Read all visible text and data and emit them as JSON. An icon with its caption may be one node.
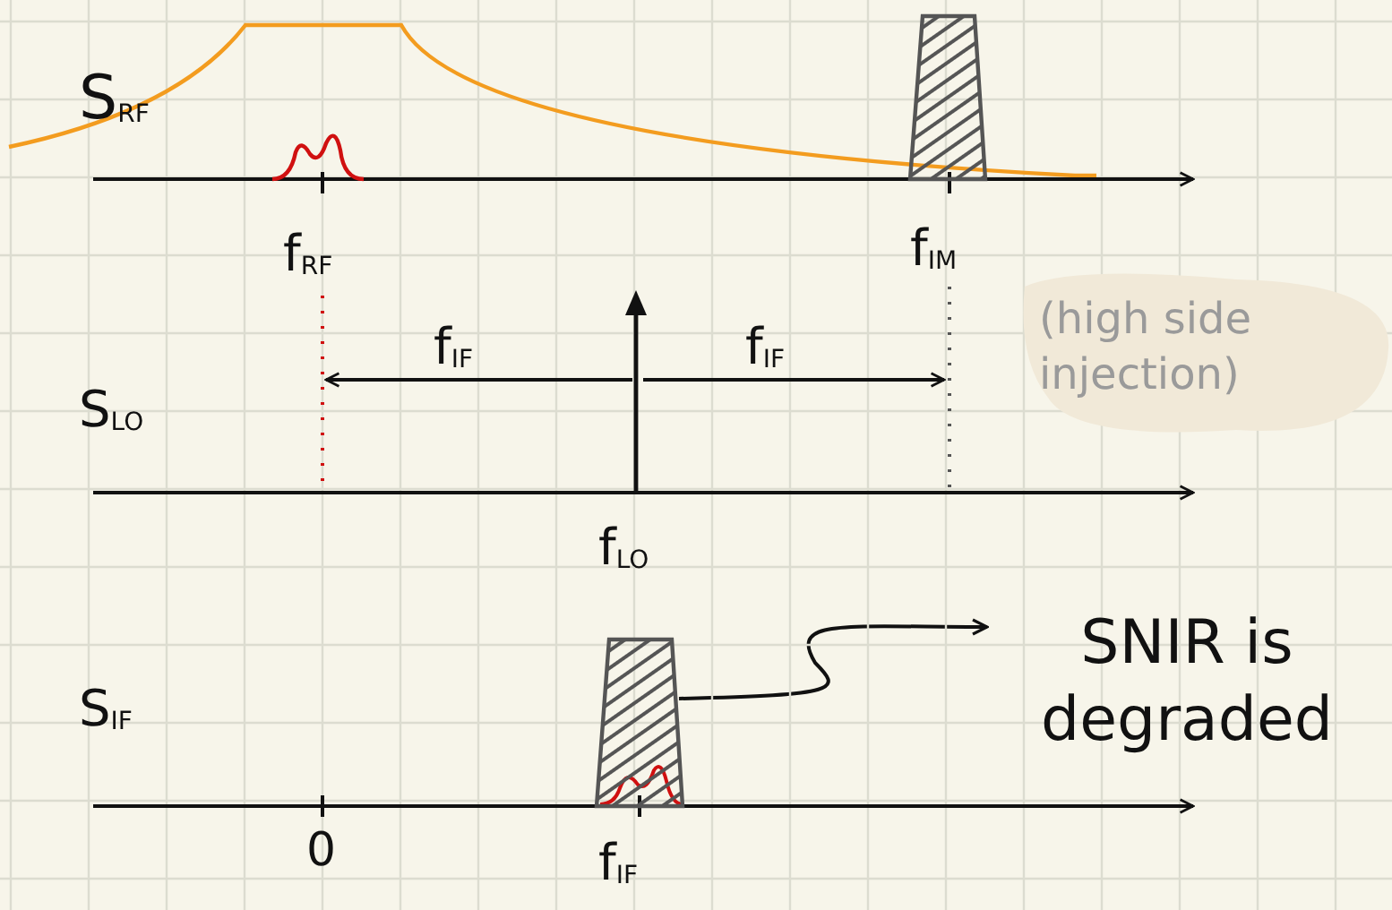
{
  "diagram": {
    "nodes": [
      {
        "text": [],
        "shape": "bar"
      },
      {
        "text": [],
        "shape": "bar"
      },
      {
        "text": [
          "SNIR is degraded"
        ]
      }
    ],
    "edges": [
      {
        "from": 1,
        "to": 2,
        "arrow": "to"
      }
    ],
    "labels": [
      "S$_{RF}$",
      "f$_{RF}$",
      "f$_{IM}$",
      "(high side injection)",
      "S$_{LO}$",
      "f$_{IF}$",
      "f$_{IF}$",
      "f$_{LO}$",
      "S$_{IF}$",
      "0",
      "f$_{IF}$"
    ]
  }
}
